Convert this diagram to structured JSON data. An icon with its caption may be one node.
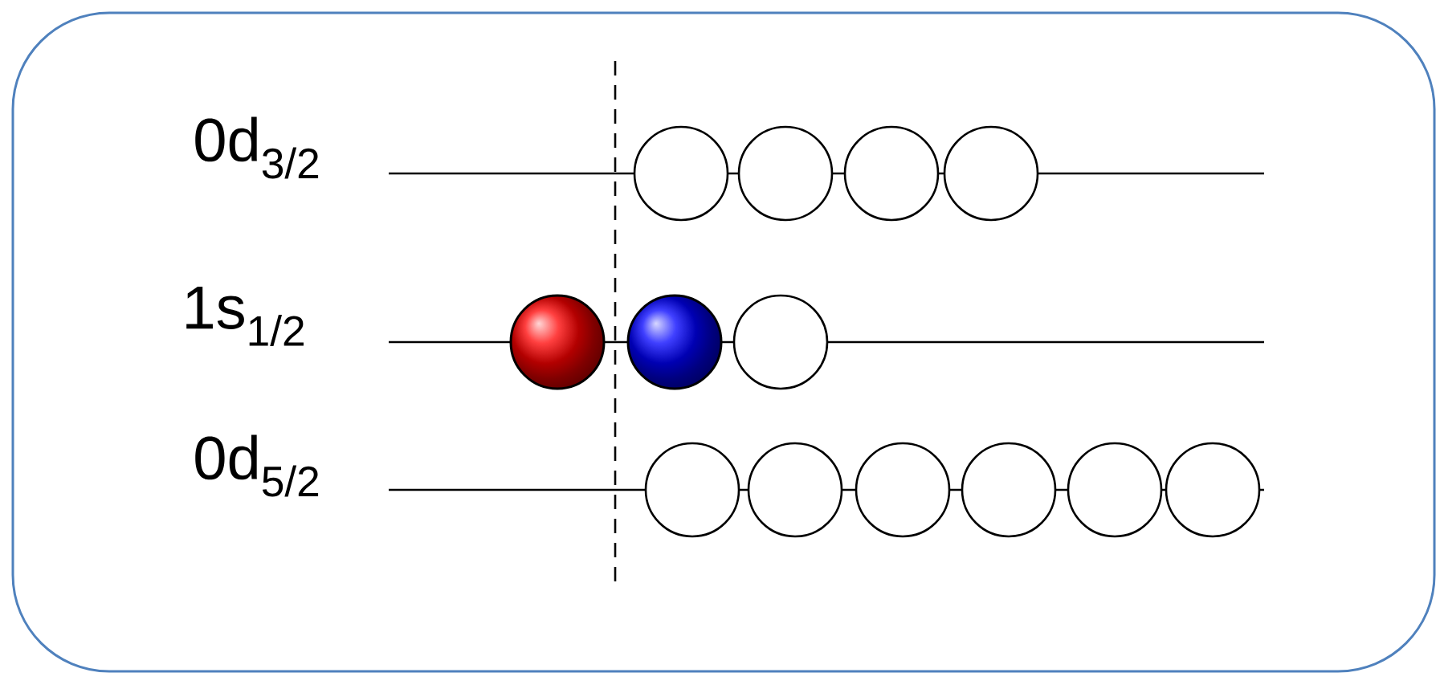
{
  "diagram": {
    "labels": [
      "0d$_{3/2}$",
      "1s$_{1/2}$",
      "0d$_{5/2}$"
    ]
  }
}
